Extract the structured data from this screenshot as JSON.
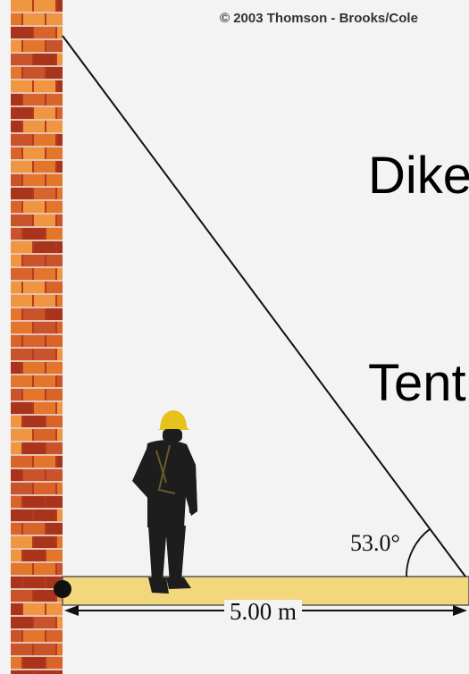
{
  "copyright": "© 2003 Thomson - Brooks/Cole",
  "text_lines": [
    "Dike",
    "Tent"
  ],
  "diagram": {
    "angle_label": "53.0°",
    "distance_label": "5.00 m",
    "angle_deg": 53.0,
    "distance_m": 5.0
  },
  "colors": {
    "background": "#f3f3f3",
    "beam": "#f2d77c",
    "brick_dark": "#a8341c",
    "brick_orange": "#e3762a",
    "brick_light": "#f19640",
    "figure": "#1d1d1d",
    "hardhat": "#e6c21d"
  }
}
